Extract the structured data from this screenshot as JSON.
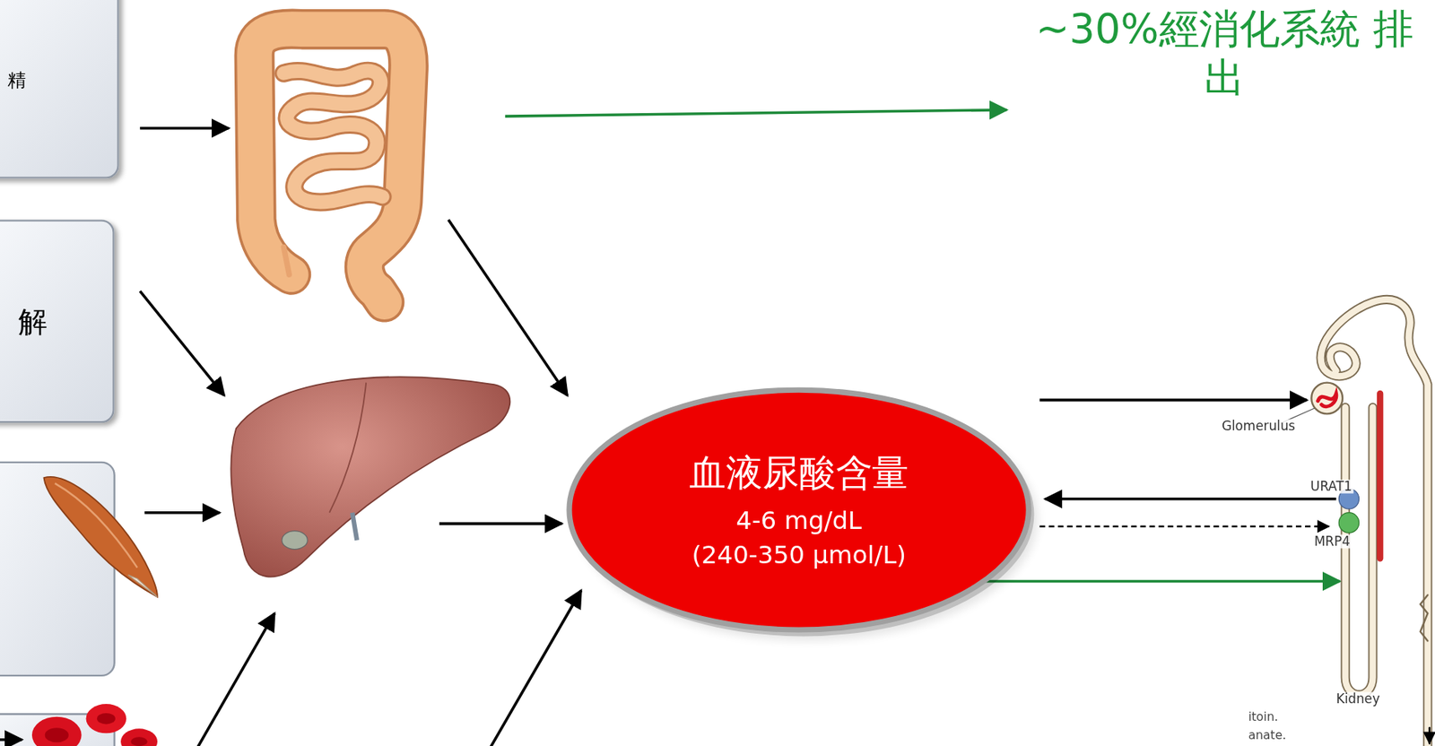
{
  "diagram": {
    "nodes": [
      {
        "text": [
          "精"
        ]
      },
      {
        "text": [
          "解"
        ]
      },
      {
        "text": [
          "血液尿酸含量",
          "4-6 mg/dL",
          "(240-350 µmol/L)"
        ]
      }
    ],
    "labels": [
      "~30%經消化系統 排出",
      "Glomerulus",
      "URAT1",
      "MRP4",
      "Kidney",
      "itoin.",
      "anate."
    ]
  }
}
